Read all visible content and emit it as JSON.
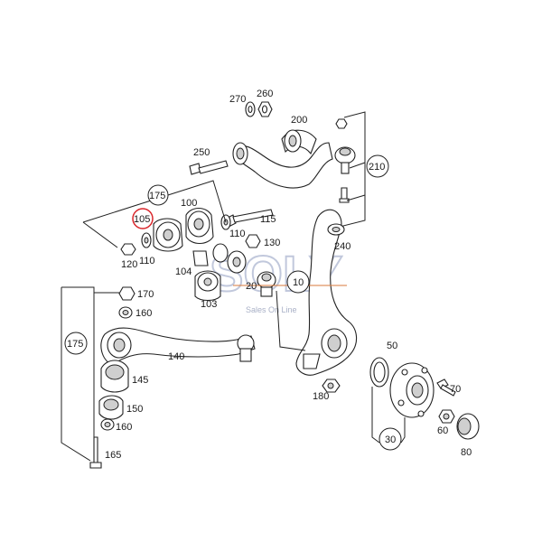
{
  "diagram": {
    "highlight_color": "#d9262b",
    "watermark": {
      "logo_text": "SOLY",
      "tagline": "Sales On Line",
      "color": "#b7bfd6"
    },
    "labels": {
      "l270": "270",
      "l260": "260",
      "l200": "200",
      "l250": "250",
      "l210": "210",
      "l175a": "175",
      "l105": "105",
      "l100": "100",
      "l115": "115",
      "l110b": "110",
      "l130": "130",
      "l240": "240",
      "l120": "120",
      "l110a": "110",
      "l104": "104",
      "l20": "20",
      "l10": "10",
      "l103": "103",
      "l170": "170",
      "l160a": "160",
      "l175b": "175",
      "l140": "140",
      "l145": "145",
      "l150": "150",
      "l160b": "160",
      "l165": "165",
      "l50": "50",
      "l70": "70",
      "l180": "180",
      "l60": "60",
      "l30": "30",
      "l80": "80"
    }
  }
}
